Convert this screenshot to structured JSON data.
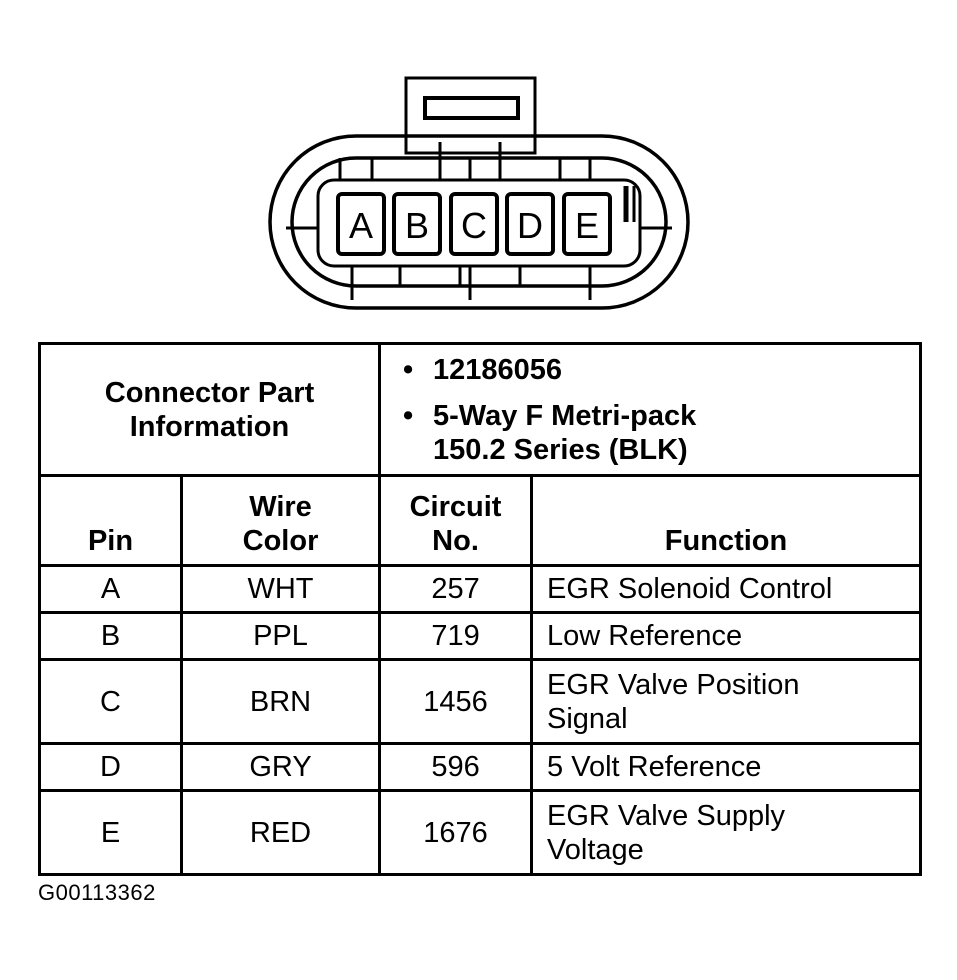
{
  "connector": {
    "pin_letters": [
      "A",
      "B",
      "C",
      "D",
      "E"
    ]
  },
  "part_info": {
    "label_line1": "Connector Part",
    "label_line2": "Information",
    "part_number": "12186056",
    "description_line1": "5-Way F Metri-pack",
    "description_line2": "150.2 Series (BLK)",
    "bullet": "•"
  },
  "columns": {
    "pin": "Pin",
    "wire_color_line1": "Wire",
    "wire_color_line2": "Color",
    "circuit_line1": "Circuit",
    "circuit_line2": "No.",
    "function": "Function"
  },
  "rows": [
    {
      "pin": "A",
      "color": "WHT",
      "circuit": "257",
      "function_line1": "EGR Solenoid Control",
      "function_line2": ""
    },
    {
      "pin": "B",
      "color": "PPL",
      "circuit": "719",
      "function_line1": "Low Reference",
      "function_line2": ""
    },
    {
      "pin": "C",
      "color": "BRN",
      "circuit": "1456",
      "function_line1": "EGR Valve Position",
      "function_line2": "Signal"
    },
    {
      "pin": "D",
      "color": "GRY",
      "circuit": "596",
      "function_line1": "5 Volt Reference",
      "function_line2": ""
    },
    {
      "pin": "E",
      "color": "RED",
      "circuit": "1676",
      "function_line1": "EGR Valve Supply",
      "function_line2": "Voltage"
    }
  ],
  "figure_id": "G00113362"
}
